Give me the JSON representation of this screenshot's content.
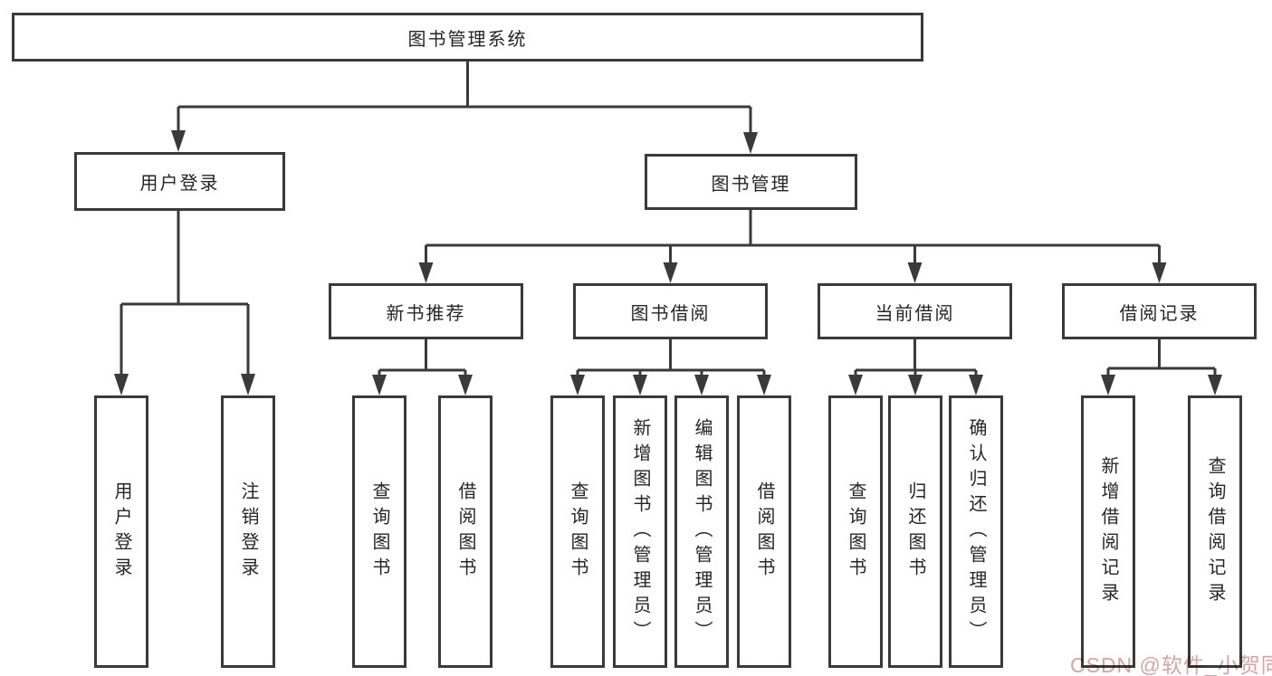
{
  "diagram": {
    "root": {
      "label": "图书管理系统"
    },
    "level2": [
      {
        "label": "用户登录"
      },
      {
        "label": "图书管理"
      }
    ],
    "level3": [
      {
        "label": "新书推荐"
      },
      {
        "label": "图书借阅"
      },
      {
        "label": "当前借阅"
      },
      {
        "label": "借阅记录"
      }
    ],
    "leaves": {
      "user_login": [
        "用户登录",
        "注销登录"
      ],
      "new_book_recommend": [
        "查询图书",
        "借阅图书"
      ],
      "book_borrow": [
        "查询图书",
        "新增图书（管理员）",
        "编辑图书（管理员）",
        "借阅图书"
      ],
      "current_borrow": [
        "查询图书",
        "归还图书",
        "确认归还（管理员）"
      ],
      "borrow_record": [
        "新增借阅记录",
        "查询借阅记录"
      ]
    }
  },
  "watermark": {
    "text": "CSDN @软件_小贺同学",
    "color": "#d9a2a2"
  },
  "colors": {
    "line": "#3a3a3a",
    "border": "#3a3a3a",
    "text": "#262626",
    "background": "#ffffff"
  }
}
